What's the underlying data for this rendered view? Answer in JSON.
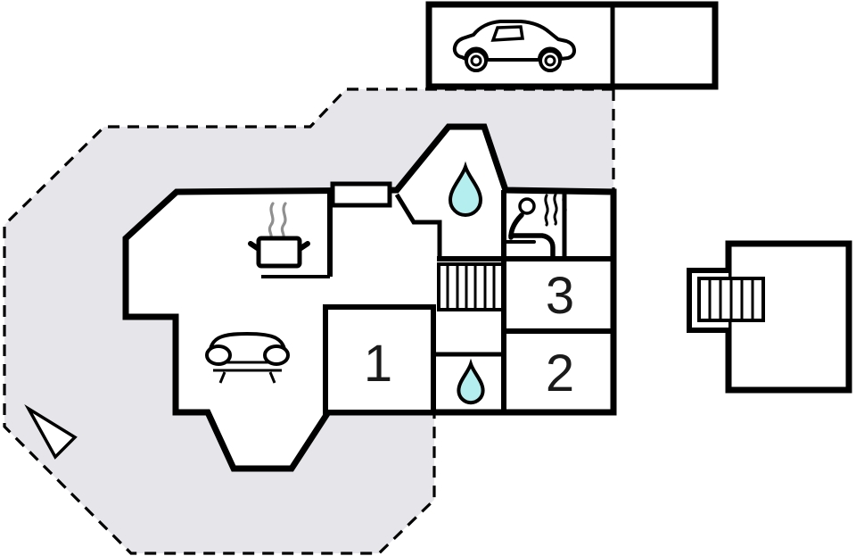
{
  "plan": {
    "type": "floor-plan",
    "rooms": [
      {
        "id": 1,
        "label": "1"
      },
      {
        "id": 2,
        "label": "2"
      },
      {
        "id": 3,
        "label": "3"
      }
    ],
    "icons": [
      "car-icon",
      "cooking-pot-icon",
      "kitchen-steam-icon",
      "sofa-icon",
      "shower-drop-icon",
      "bathroom-drop-icon",
      "sauna-person-icon",
      "sauna-steam-icon",
      "stairs-icon",
      "annex-stairs-icon",
      "north-arrow-icon"
    ],
    "colors": {
      "wall": "#000000",
      "plot_fill": "#e6e6ea",
      "room_fill": "#ffffff",
      "water_drop": "#b5eeee",
      "steam": "#8f8f8f"
    }
  }
}
